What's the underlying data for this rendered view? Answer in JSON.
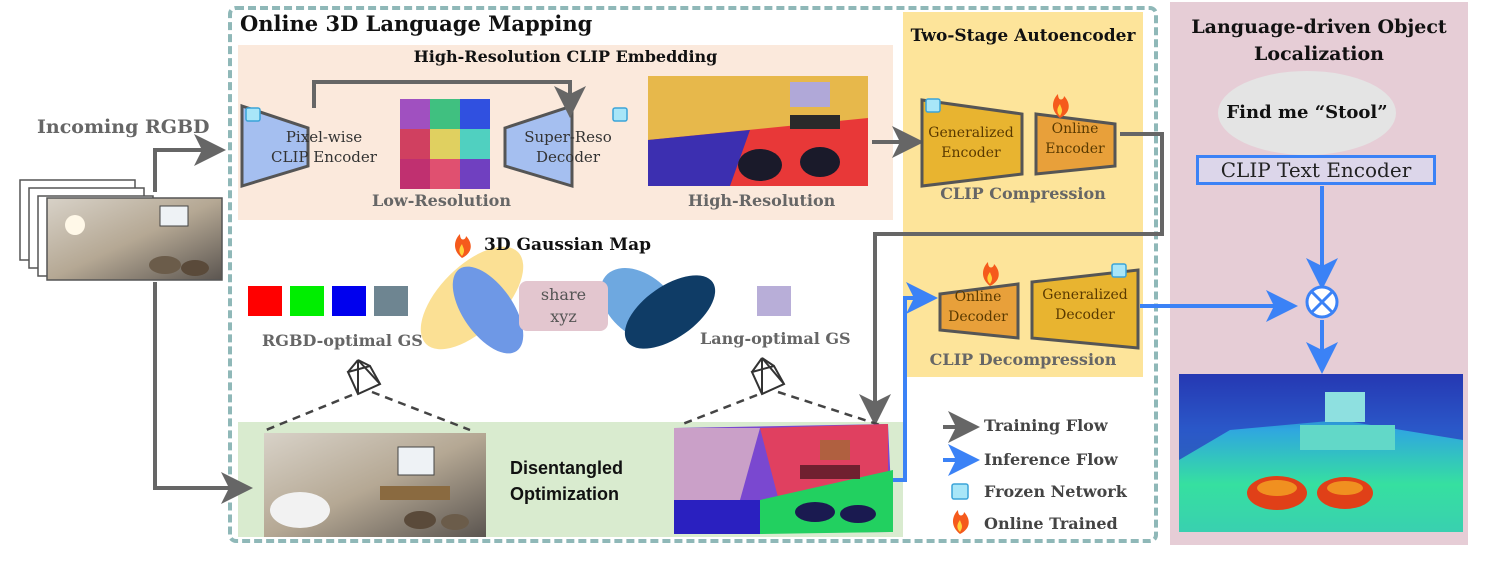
{
  "titles": {
    "main": "Online 3D Language Mapping",
    "hires_embedding": "High-Resolution CLIP Embedding",
    "autoencoder": "Two-Stage Autoencoder",
    "localization_line1": "Language-driven Object",
    "localization_line2": "Localization"
  },
  "input": {
    "label": "Incoming RGBD"
  },
  "clip_encoder": {
    "line1": "Pixel-wise",
    "line2": "CLIP Encoder"
  },
  "sr_decoder": {
    "line1": "Super-Reso",
    "line2": "Decoder"
  },
  "resolution_labels": {
    "low": "Low-Resolution",
    "high": "High-Resolution"
  },
  "autoencoder": {
    "gen_encoder_line1": "Generalized",
    "gen_encoder_line2": "Encoder",
    "online_encoder_line1": "Online",
    "online_encoder_line2": "Encoder",
    "compression": "CLIP Compression",
    "online_decoder_line1": "Online",
    "online_decoder_line2": "Decoder",
    "gen_decoder_line1": "Generalized",
    "gen_decoder_line2": "Decoder",
    "decompression": "CLIP Decompression"
  },
  "gaussian": {
    "map_title": "3D Gaussian Map",
    "share_line1": "share",
    "share_line2": "xyz",
    "rgbd_label": "RGBD-optimal GS",
    "lang_label": "Lang-optimal GS"
  },
  "disentangled": {
    "line1": "Disentangled",
    "line2": "Optimization"
  },
  "query": {
    "text": "Find me “Stool”",
    "encoder": "CLIP Text Encoder",
    "combine_symbol": "⊗"
  },
  "legend": {
    "training": "Training Flow",
    "inference": "Inference Flow",
    "frozen": "Frozen Network",
    "online": "Online Trained"
  },
  "colors": {
    "training_arrow": "#666666",
    "inference_arrow": "#3b82f6",
    "encoder_blue": "#a5bff0",
    "ae_orange": "#e8b430",
    "swatch_red": "#ff0000",
    "swatch_green": "#00ee00",
    "swatch_blue": "#0000ee",
    "swatch_grey": "#6e8591"
  },
  "icons": [
    "ice-cube-icon",
    "flame-icon",
    "camera-frustum-icon",
    "multiply-circle-icon"
  ]
}
